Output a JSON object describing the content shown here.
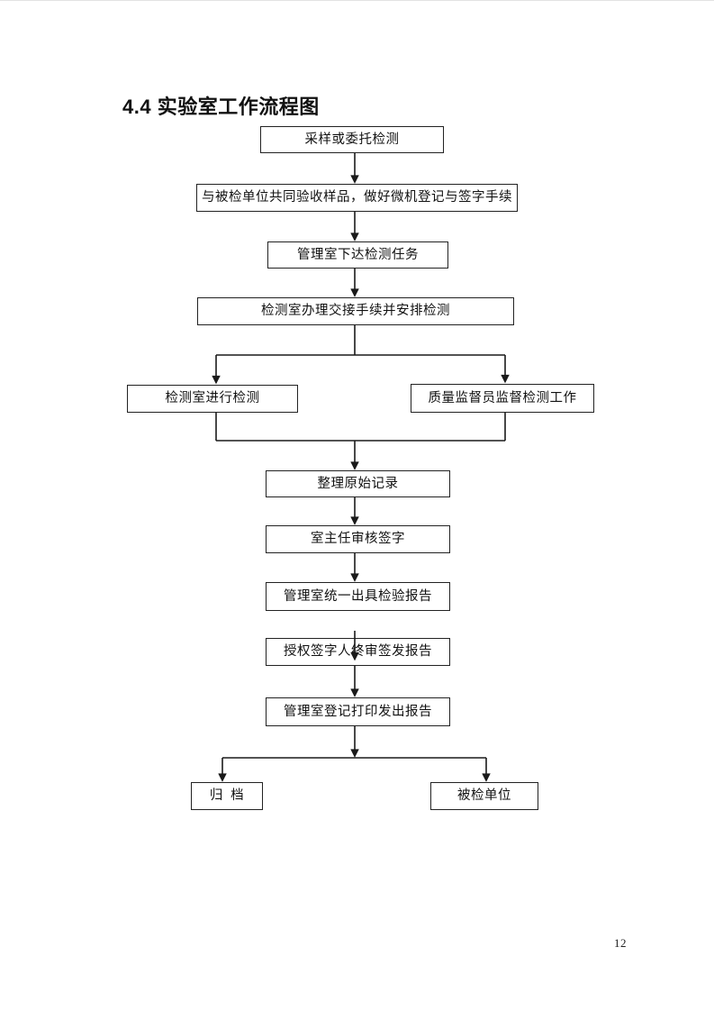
{
  "page": {
    "title": "4.4 实验室工作流程图",
    "page_number": "12"
  },
  "flowchart": {
    "boxes": [
      {
        "label": "采样或委托检测"
      },
      {
        "label": "与被检单位共同验收样品，做好微机登记与签字手续"
      },
      {
        "label": "管理室下达检测任务"
      },
      {
        "label": "检测室办理交接手续并安排检测"
      },
      {
        "label": "检测室进行检测"
      },
      {
        "label": "质量监督员监督检测工作"
      },
      {
        "label": "整理原始记录"
      },
      {
        "label": "室主任审核签字"
      },
      {
        "label": "管理室统一出具检验报告"
      },
      {
        "label": "授权签字人终审签发报告"
      },
      {
        "label": "管理室登记打印发出报告"
      },
      {
        "label": "归  档"
      },
      {
        "label": "被检单位"
      }
    ]
  }
}
